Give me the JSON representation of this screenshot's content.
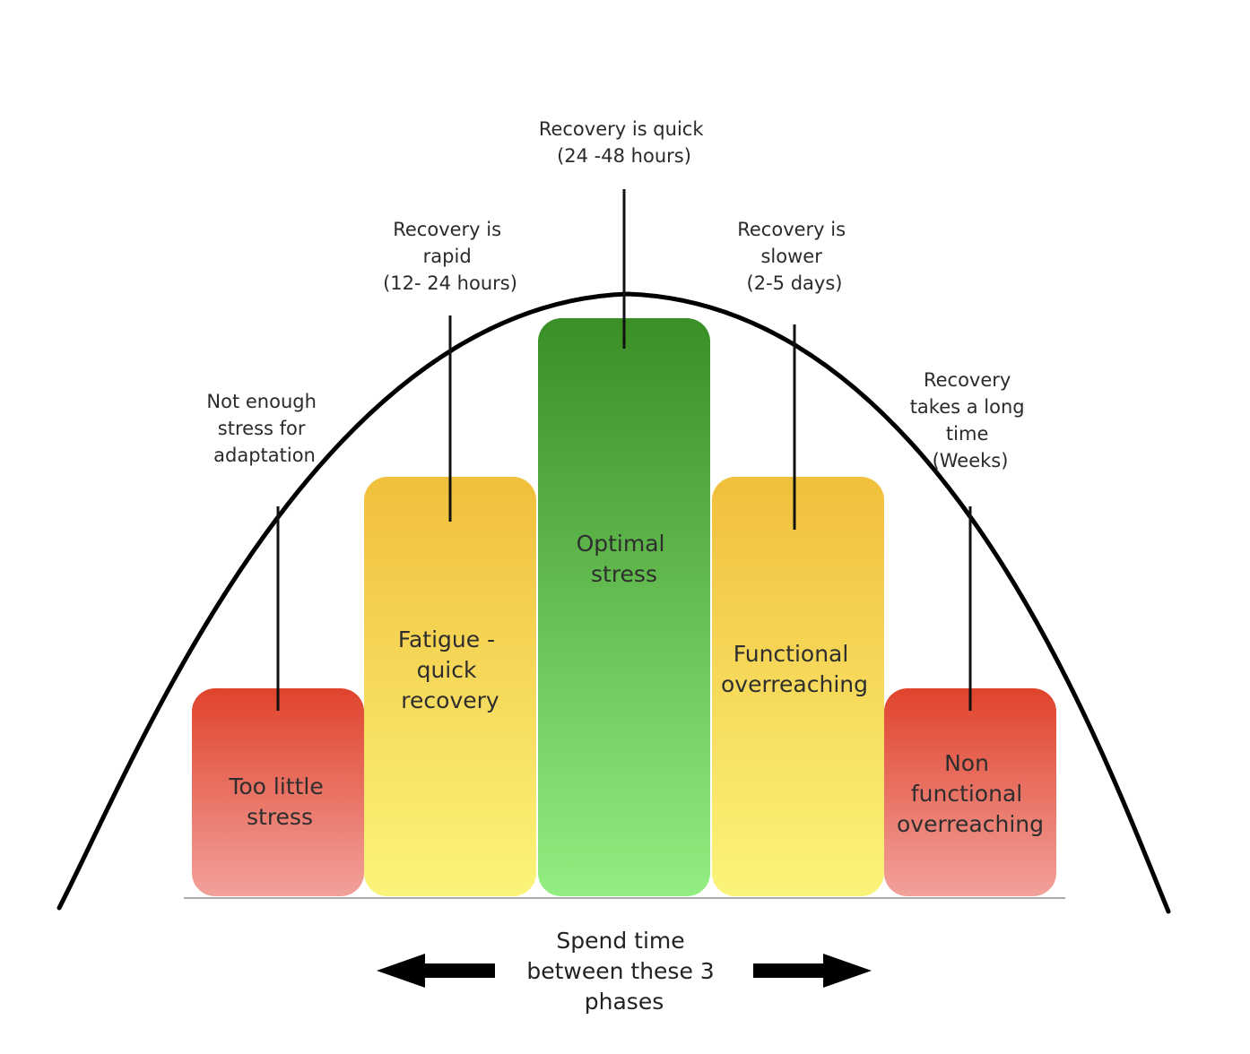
{
  "colors": {
    "red_top": "#e0432c",
    "red_bottom": "#f2a19b",
    "yellow_top": "#f1bf3c",
    "yellow_bottom": "#fbf47a",
    "green_top": "#3a8f26",
    "green_bottom": "#92ee80",
    "curve": "#000000",
    "baseline": "#aaaaaa"
  },
  "bars": [
    {
      "id": "too-little-stress",
      "label_lines": [
        "Too little",
        "stress"
      ],
      "color": "red"
    },
    {
      "id": "fatigue-quick-recovery",
      "label_lines": [
        "Fatigue -",
        "quick",
        "recovery"
      ],
      "color": "yellow"
    },
    {
      "id": "optimal-stress",
      "label_lines": [
        "Optimal",
        "stress"
      ],
      "color": "green"
    },
    {
      "id": "functional-overreaching",
      "label_lines": [
        "Functional",
        "overreaching"
      ],
      "color": "yellow"
    },
    {
      "id": "non-functional-overreaching",
      "label_lines": [
        "Non",
        "functional",
        "overreaching"
      ],
      "color": "red"
    }
  ],
  "annotations": [
    {
      "id": "not-enough-stress",
      "lines": [
        "Not enough",
        "stress for",
        "adaptation"
      ]
    },
    {
      "id": "recovery-rapid",
      "lines": [
        "Recovery is",
        "rapid",
        "(12- 24 hours)"
      ]
    },
    {
      "id": "recovery-quick",
      "lines": [
        "Recovery is quick",
        "(24 -48 hours)"
      ]
    },
    {
      "id": "recovery-slower",
      "lines": [
        "Recovery is",
        "slower",
        "(2-5 days)"
      ]
    },
    {
      "id": "recovery-long",
      "lines": [
        "Recovery",
        "takes a long",
        "time",
        "(Weeks)"
      ]
    }
  ],
  "bottom_note": {
    "lines": [
      "Spend time",
      "between these 3",
      "phases"
    ]
  },
  "icons": [
    "left-arrow-icon",
    "right-arrow-icon"
  ]
}
